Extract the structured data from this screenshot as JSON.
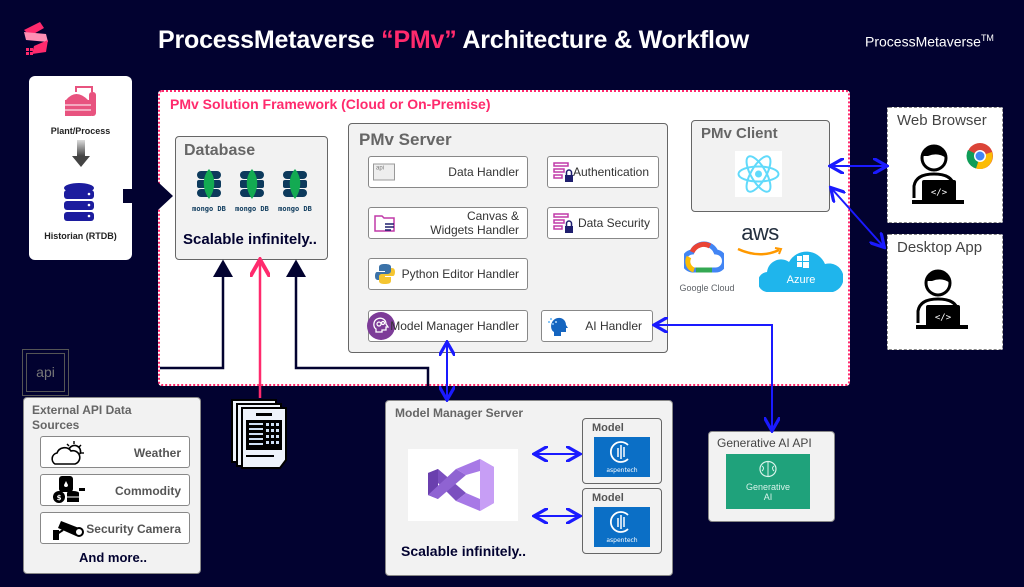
{
  "header": {
    "title_prefix": "ProcessMetaverse ",
    "title_accent": "“PMv”",
    "title_suffix": " Architecture & Workflow",
    "brand": "ProcessMetaverse",
    "brand_tm": "TM"
  },
  "plant": {
    "plant_label": "Plant/Process",
    "historian_label": "Historian (RTDB)"
  },
  "framework": {
    "title": "PMv Solution Framework (Cloud or On-Premise)",
    "database": {
      "title": "Database",
      "db_labels": [
        "mongo DB",
        "mongo DB",
        "mongo DB"
      ],
      "footer": "Scalable infinitely.."
    },
    "server": {
      "title": "PMv Server",
      "handlers": [
        {
          "label": "Data Handler",
          "icon": "api-icon"
        },
        {
          "label": "Authentication",
          "icon": "lock-list-icon"
        },
        {
          "label": "Canvas &\nWidgets Handler",
          "icon": "folder-icon"
        },
        {
          "label": "Data Security",
          "icon": "lock-list-icon"
        },
        {
          "label": "Python Editor Handler",
          "icon": "python-icon"
        },
        {
          "label": "Model Manager Handler",
          "icon": "head-gears-icon"
        },
        {
          "label": "AI Handler",
          "icon": "ai-head-icon"
        }
      ]
    },
    "client": {
      "title": "PMv Client",
      "icon": "react-icon"
    },
    "clouds": {
      "aws": "aws",
      "google": "Google Cloud",
      "azure": "Azure"
    }
  },
  "users": {
    "web": {
      "title": "Web Browser",
      "icon": "chrome-icon"
    },
    "desktop": {
      "title": "Desktop App"
    },
    "code_glyph": "</>"
  },
  "external": {
    "api_badge": "api",
    "title": "External API Data Sources",
    "items": [
      {
        "label": "Weather",
        "icon": "weather-icon"
      },
      {
        "label": "Commodity",
        "icon": "commodity-icon"
      },
      {
        "label": "Security Camera",
        "icon": "camera-icon"
      }
    ],
    "more": "And more.."
  },
  "model_manager": {
    "title": "Model Manager Server",
    "footer": "Scalable infinitely..",
    "models": [
      {
        "title": "Model",
        "brand": "aspentech"
      },
      {
        "title": "Model",
        "brand": "aspentech"
      }
    ]
  },
  "genai": {
    "title": "Generative AI API",
    "label": "Generative\nAI"
  },
  "colors": {
    "background": "#020230",
    "accent": "#ff2a6d",
    "connector_blue": "#1a1aff",
    "panel": "#f2f2f2"
  }
}
